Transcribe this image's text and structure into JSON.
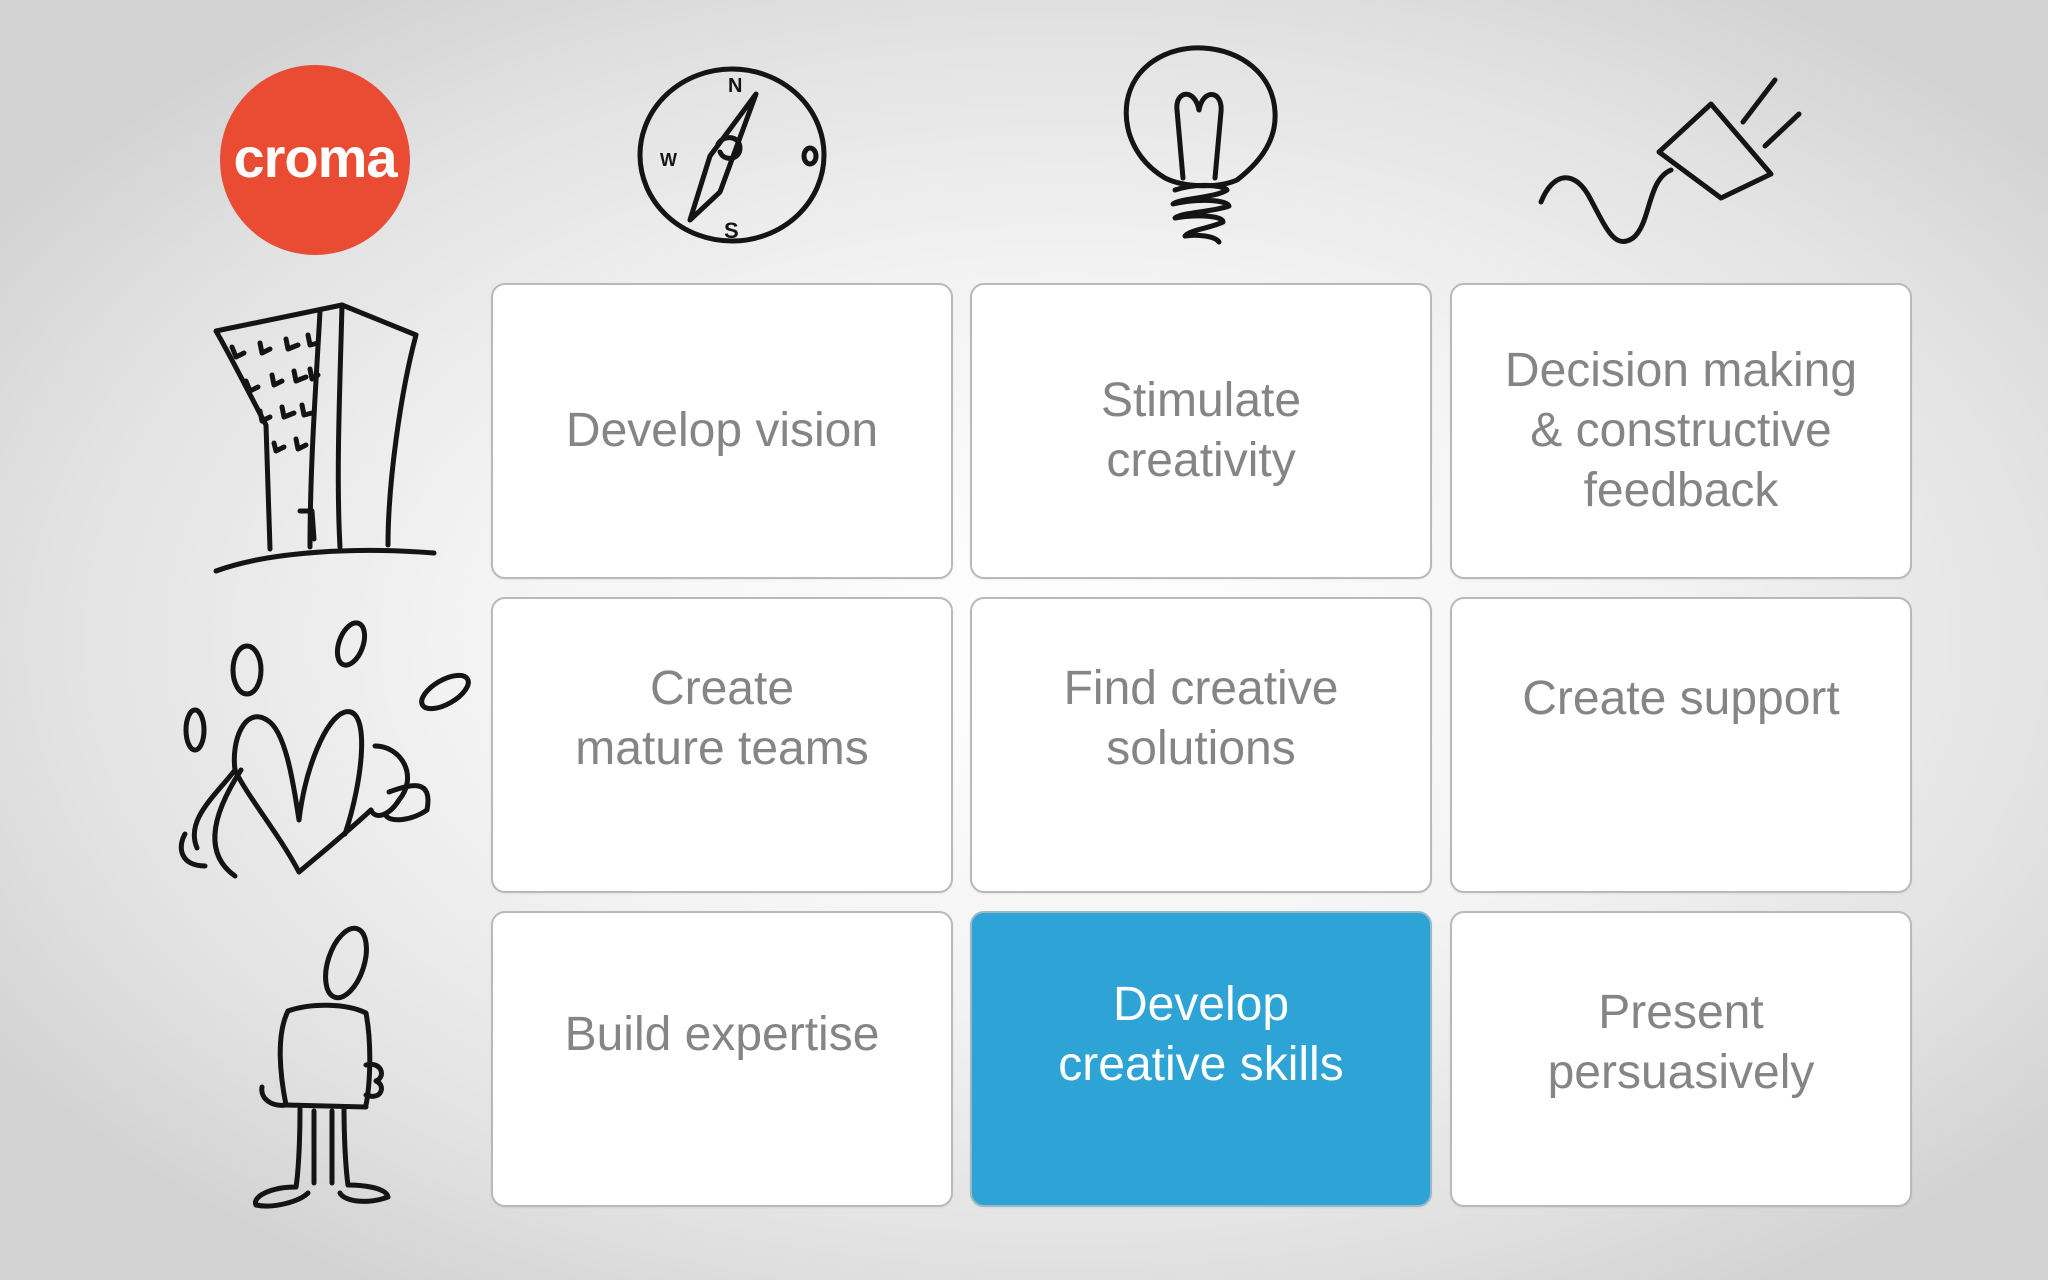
{
  "logo": {
    "text": "croma",
    "color": "#e94b33"
  },
  "icons": {
    "columns": [
      "compass-icon",
      "lightbulb-icon",
      "plug-icon"
    ],
    "rows": [
      "building-icon",
      "group-icon",
      "person-icon"
    ],
    "compass_letters": {
      "n": "N",
      "w": "W",
      "s": "S"
    }
  },
  "grid": {
    "cards": [
      {
        "label": "Develop vision",
        "active": false
      },
      {
        "label": "Stimulate\ncreativity",
        "active": false
      },
      {
        "label": "Decision making\n& constructive\nfeedback",
        "active": false
      },
      {
        "label": "Create\nmature teams",
        "active": false
      },
      {
        "label": "Find creative\nsolutions",
        "active": false
      },
      {
        "label": "Create support",
        "active": false
      },
      {
        "label": "Build expertise",
        "active": false
      },
      {
        "label": "Develop\ncreative skills",
        "active": true
      },
      {
        "label": "Present\npersuasively",
        "active": false
      }
    ],
    "active_color": "#2ea3d6"
  }
}
